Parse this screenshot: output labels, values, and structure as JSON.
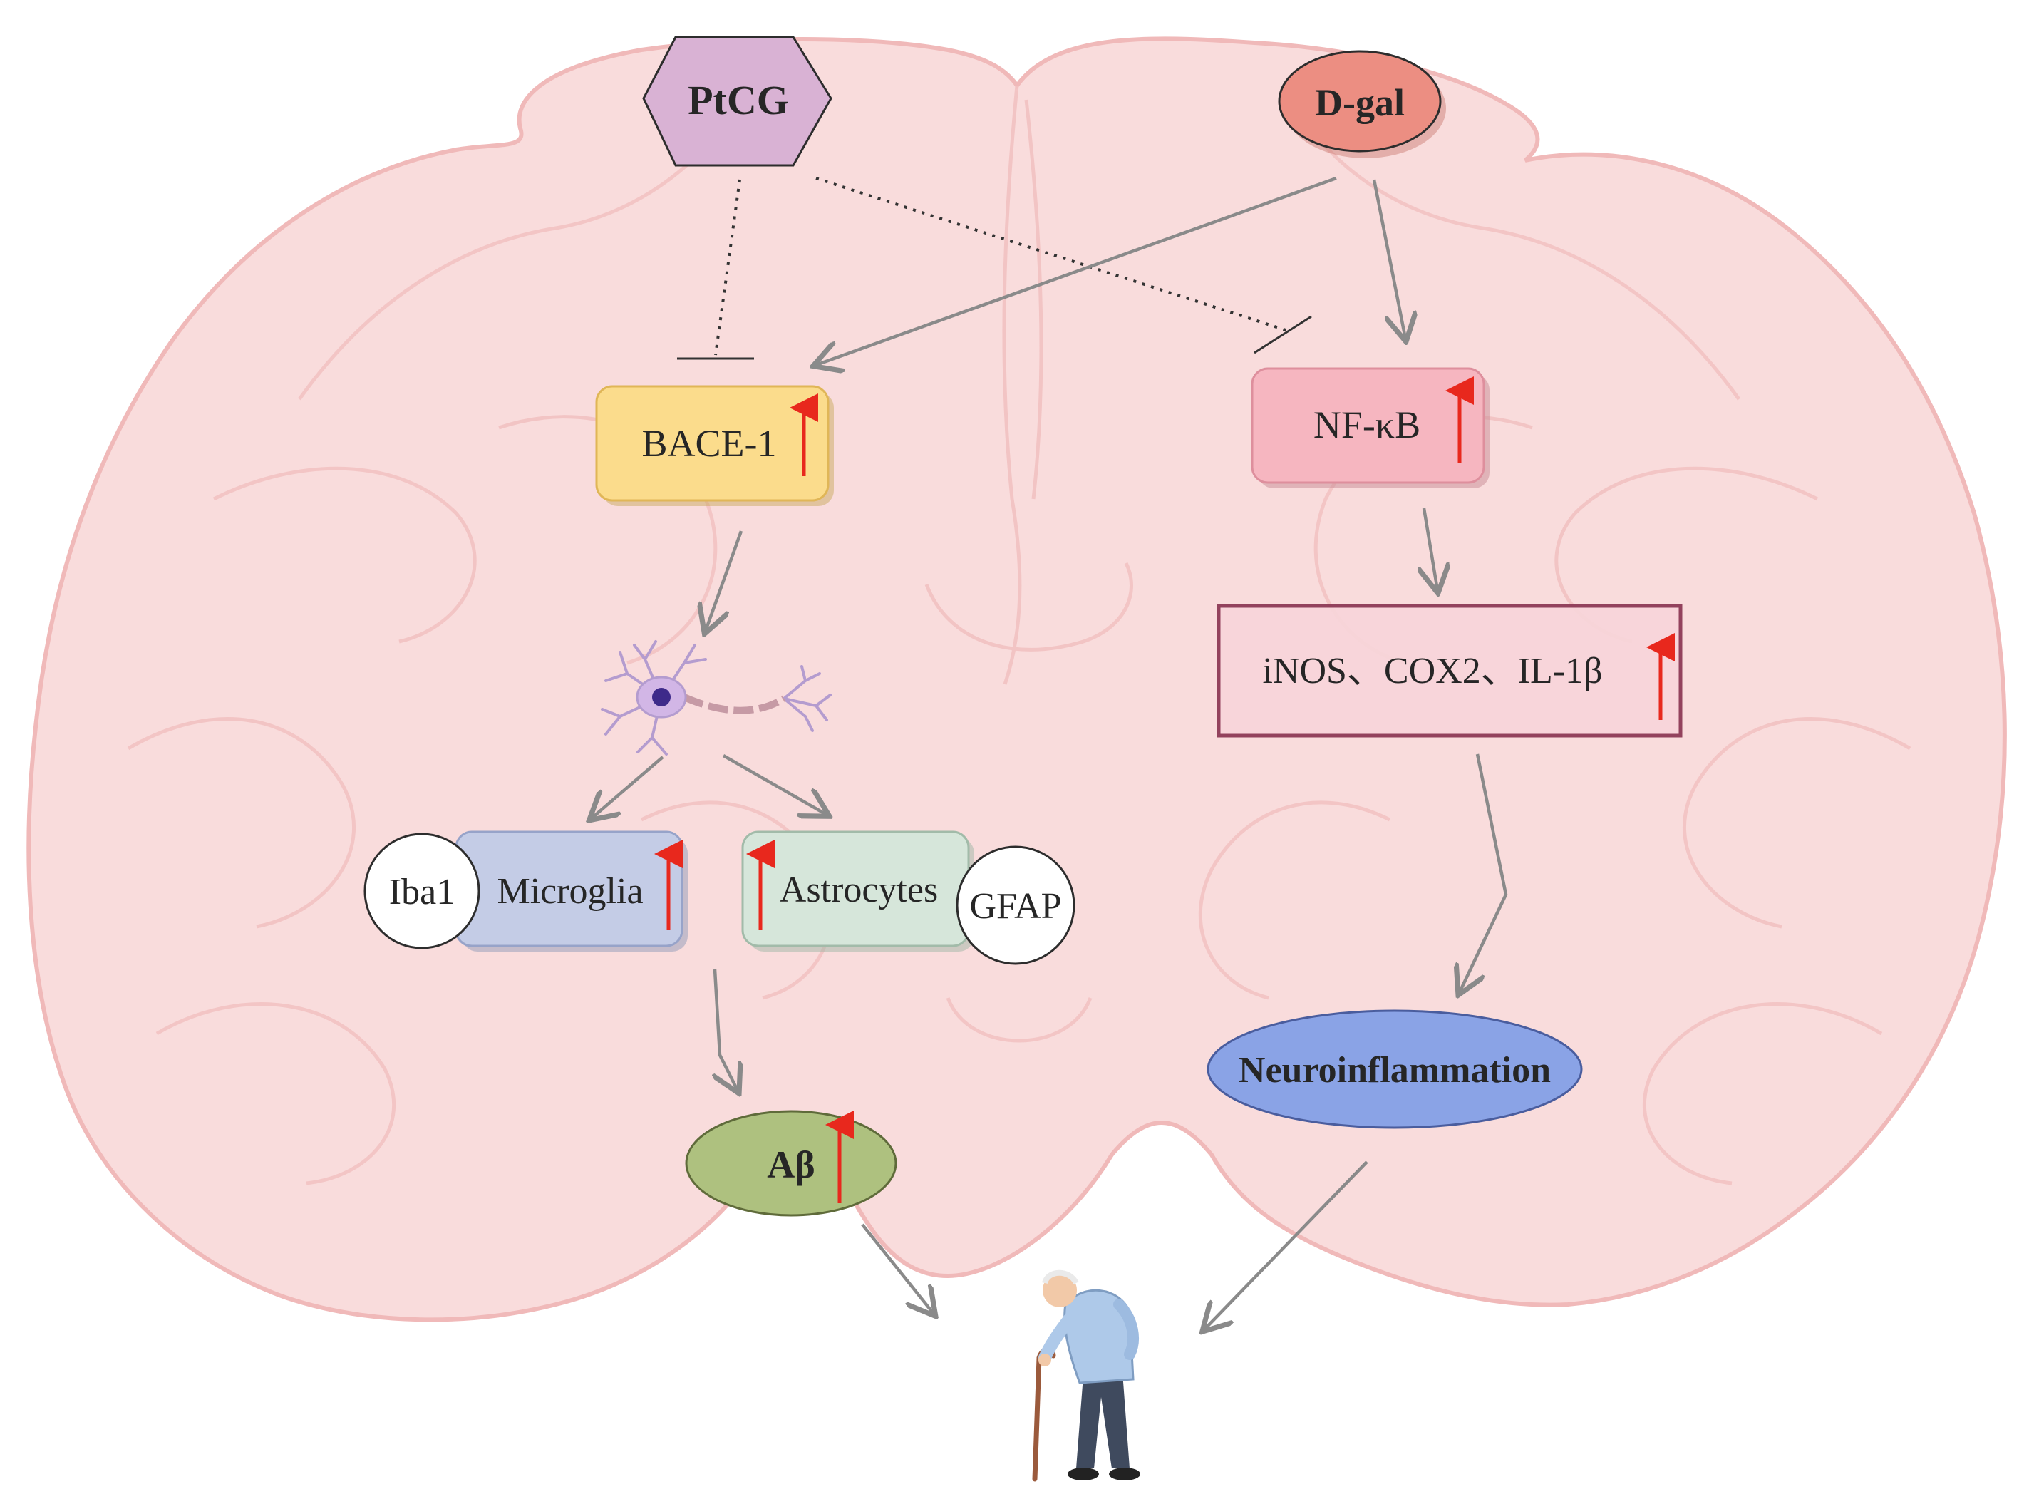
{
  "nodes": {
    "ptcg": "PtCG",
    "dgal": "D-gal",
    "bace1": "BACE-1",
    "nfkb": "NF-κB",
    "cytokines": "iNOS、COX2、IL-1β",
    "iba1": "Iba1",
    "microglia": "Microglia",
    "astrocytes": "Astrocytes",
    "gfap": "GFAP",
    "abeta": "Aβ",
    "neuroinflammation": "Neuroinflammation"
  },
  "colors": {
    "brain_fill": "#f9dcdc",
    "brain_stroke": "#f0b9b9",
    "ptcg_fill": "#d9b2d4",
    "dgal_fill": "#ec8e82",
    "bace1_fill": "#fbdc8c",
    "nfkb_fill": "#f6b6c0",
    "cytokines_fill": "#f8d5da",
    "cytokines_stroke": "#8e3a57",
    "microglia_fill": "#c4cce6",
    "astrocytes_fill": "#d6e6da",
    "abeta_fill": "#aec17f",
    "neuroinflammation_fill": "#8aa3e6",
    "arrow": "#8a8a8a",
    "up_arrow": "#e8281d"
  },
  "icons": [
    "neuron-icon",
    "elderly-person-icon",
    "up-arrow-icon"
  ]
}
